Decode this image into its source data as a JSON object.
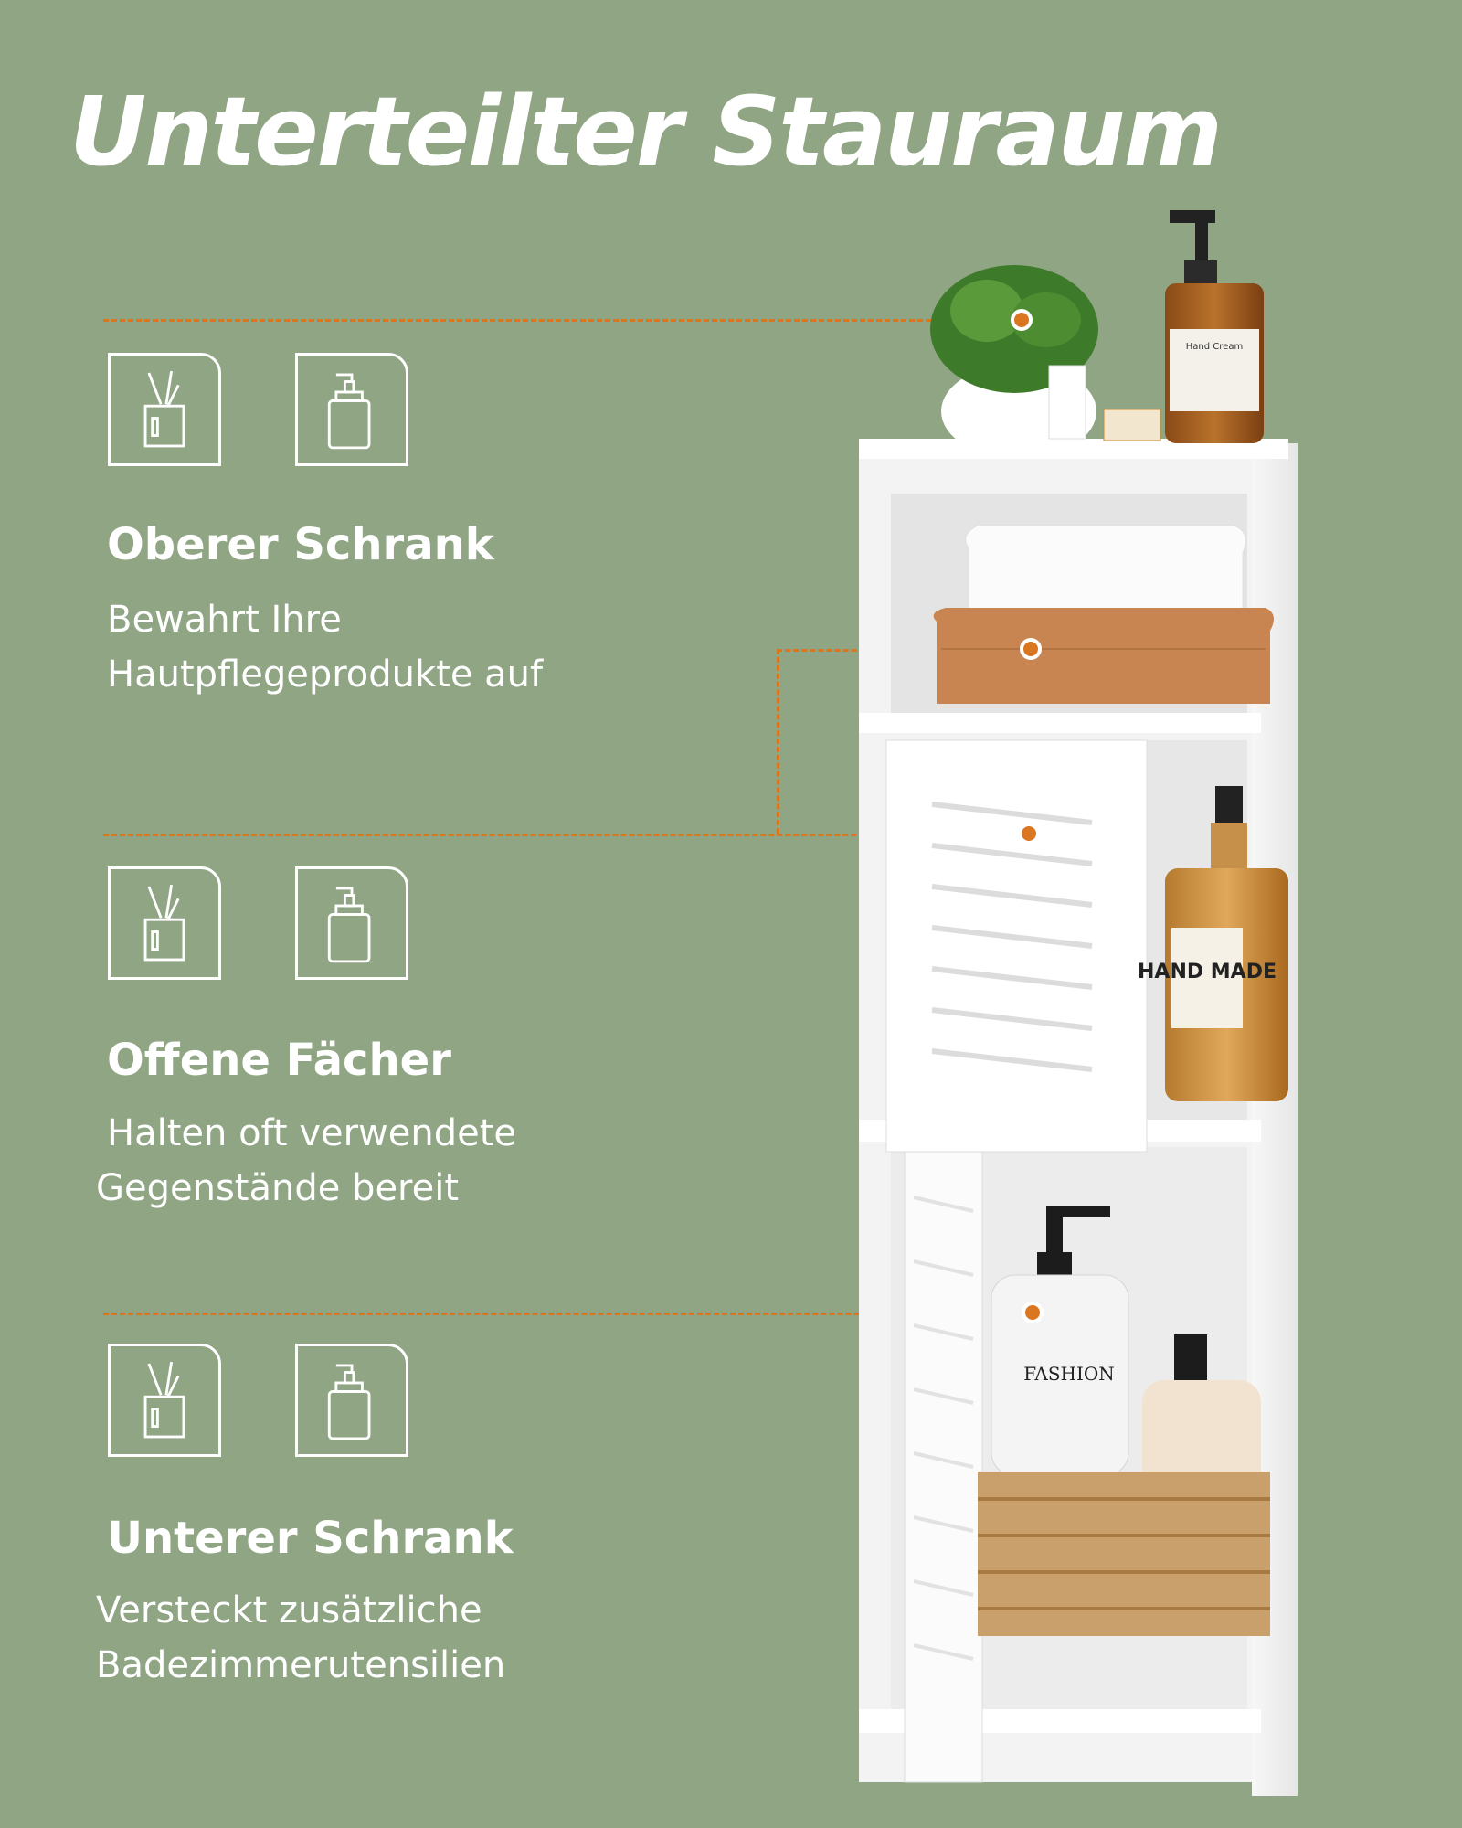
{
  "title": "Unterteilter Stauraum",
  "colors": {
    "background": "#8fa583",
    "accent": "#d9761f",
    "text": "#ffffff"
  },
  "sections": [
    {
      "icons": [
        "reed-diffuser-icon",
        "soap-dispenser-icon"
      ],
      "heading": "Oberer Schrank",
      "lines": [
        "Bewahrt Ihre",
        "Hautpflegeprodukte auf"
      ]
    },
    {
      "icons": [
        "reed-diffuser-icon",
        "soap-dispenser-icon"
      ],
      "heading": "Offene Fächer",
      "lines": [
        "Halten oft verwendete",
        "Gegenstände bereit"
      ]
    },
    {
      "icons": [
        "reed-diffuser-icon",
        "soap-dispenser-icon"
      ],
      "heading": "Unterer Schrank",
      "lines": [
        "Versteckt zusätzliche",
        "Badezimmerutensilien"
      ]
    }
  ],
  "product": {
    "bottle_label_top": "Hand Cream",
    "bottle_label_mid": "HAND MADE",
    "bottle_label_bottom": "FASHION"
  }
}
